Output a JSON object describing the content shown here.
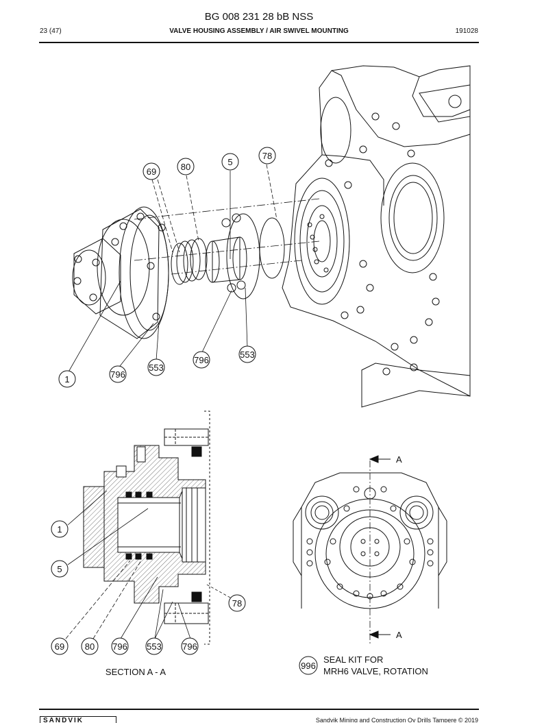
{
  "header": {
    "doc_number": "BG 008 231 28 bB NSS",
    "page": "23 (47)",
    "subtitle": "VALVE HOUSING ASSEMBLY / AIR SWIVEL MOUNTING",
    "date_code": "191028"
  },
  "exploded_view": {
    "callouts": [
      {
        "id": "69",
        "label": "69"
      },
      {
        "id": "80",
        "label": "80"
      },
      {
        "id": "5",
        "label": "5"
      },
      {
        "id": "78",
        "label": "78"
      },
      {
        "id": "796a",
        "label": "796"
      },
      {
        "id": "553a",
        "label": "553"
      },
      {
        "id": "796b",
        "label": "796"
      },
      {
        "id": "553b",
        "label": "553"
      },
      {
        "id": "1",
        "label": "1"
      }
    ]
  },
  "section_view": {
    "caption": "SECTION  A - A",
    "callouts": [
      {
        "id": "1",
        "label": "1"
      },
      {
        "id": "5",
        "label": "5"
      },
      {
        "id": "78",
        "label": "78"
      },
      {
        "id": "69",
        "label": "69"
      },
      {
        "id": "80",
        "label": "80"
      },
      {
        "id": "796a",
        "label": "796"
      },
      {
        "id": "553",
        "label": "553"
      },
      {
        "id": "796b",
        "label": "796"
      }
    ]
  },
  "front_view": {
    "section_marker_top": "A",
    "section_marker_bottom": "A"
  },
  "seal_kit": {
    "number": "996",
    "line1": "SEAL KIT FOR",
    "line2": "MRH6 VALVE, ROTATION"
  },
  "footer": {
    "logo": "SANDVIK",
    "copyright": "Sandvik Mining and Construction Oy Drills Tampere © 2019"
  }
}
